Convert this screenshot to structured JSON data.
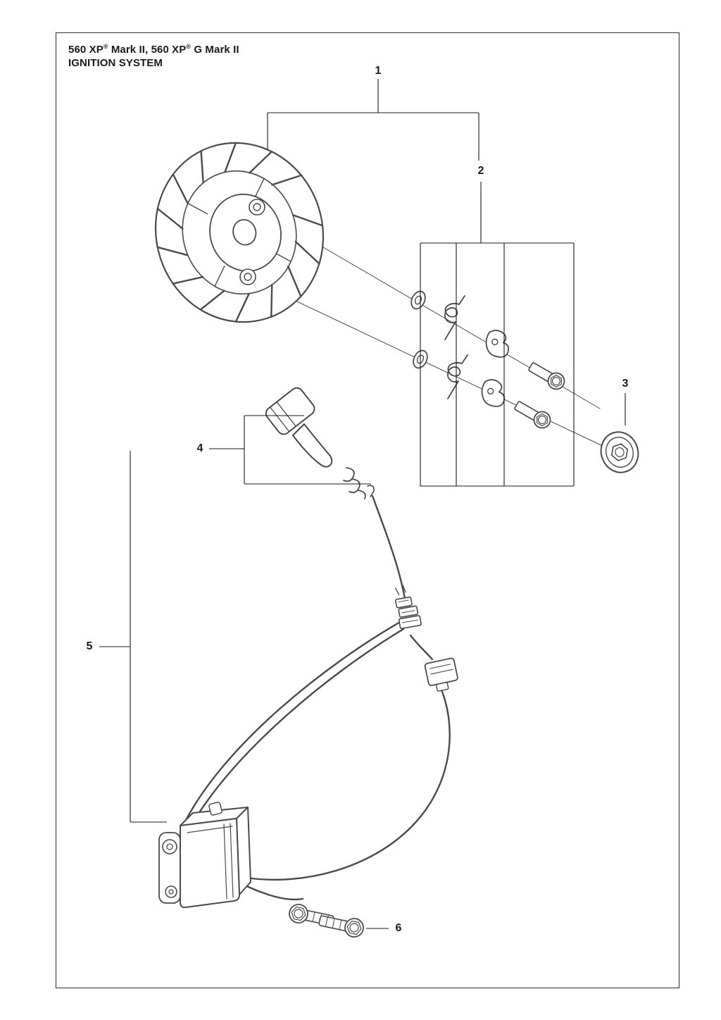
{
  "document": {
    "model_title": {
      "p1": "560 XP",
      "r1": "®",
      "p2": " Mark II, 560 XP",
      "r2": "®",
      "p3": " G Mark II"
    },
    "section_title": "IGNITION SYSTEM"
  },
  "callouts": {
    "c1": "1",
    "c2": "2",
    "c3": "3",
    "c4": "4",
    "c5": "5",
    "c6": "6"
  },
  "colors": {
    "ink": "#1a1a1a",
    "drawing_line": "#4a4a4a",
    "background": "#ffffff"
  }
}
